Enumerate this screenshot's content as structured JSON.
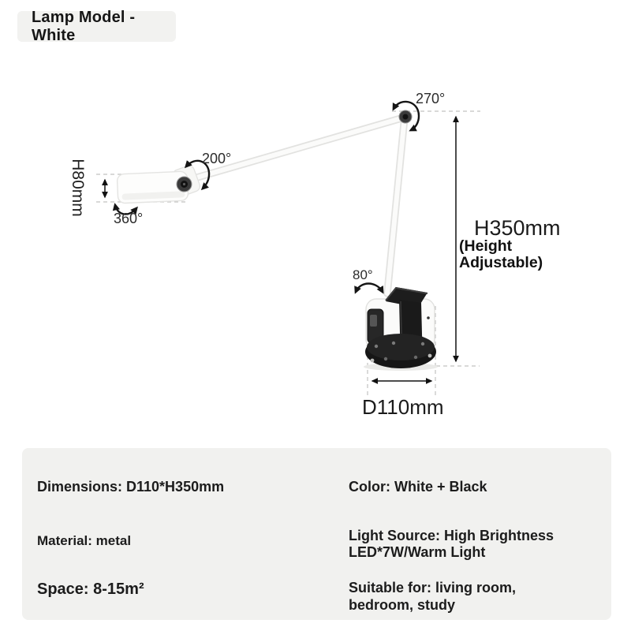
{
  "badge": {
    "label": "Lamp Model - White"
  },
  "diagram": {
    "labels": {
      "angle_top_joint": "270°",
      "angle_arm_joint": "200°",
      "angle_head_swivel": "360°",
      "angle_base_tilt": "80°",
      "head_height": "H80mm",
      "total_height": "H350mm",
      "height_note": "(Height Adjustable)",
      "base_diameter": "D110mm"
    }
  },
  "specs": {
    "left": [
      "Dimensions: D110*H350mm",
      "Material: metal",
      "Space: 8-15m²"
    ],
    "right": [
      "Color: White + Black",
      "Light Source: High Brightness LED*7W/Warm Light",
      "Suitable for: living room, bedroom, study"
    ]
  },
  "colors": {
    "badge_background": "#f2f2f0",
    "panel_background": "#f1f1ef",
    "lamp_white": "#fbfbfa",
    "lamp_black": "#1a1a1a",
    "dimension_line": "#111111",
    "dashed_guide": "#c2c2c0",
    "text": "#1d1d1d"
  }
}
